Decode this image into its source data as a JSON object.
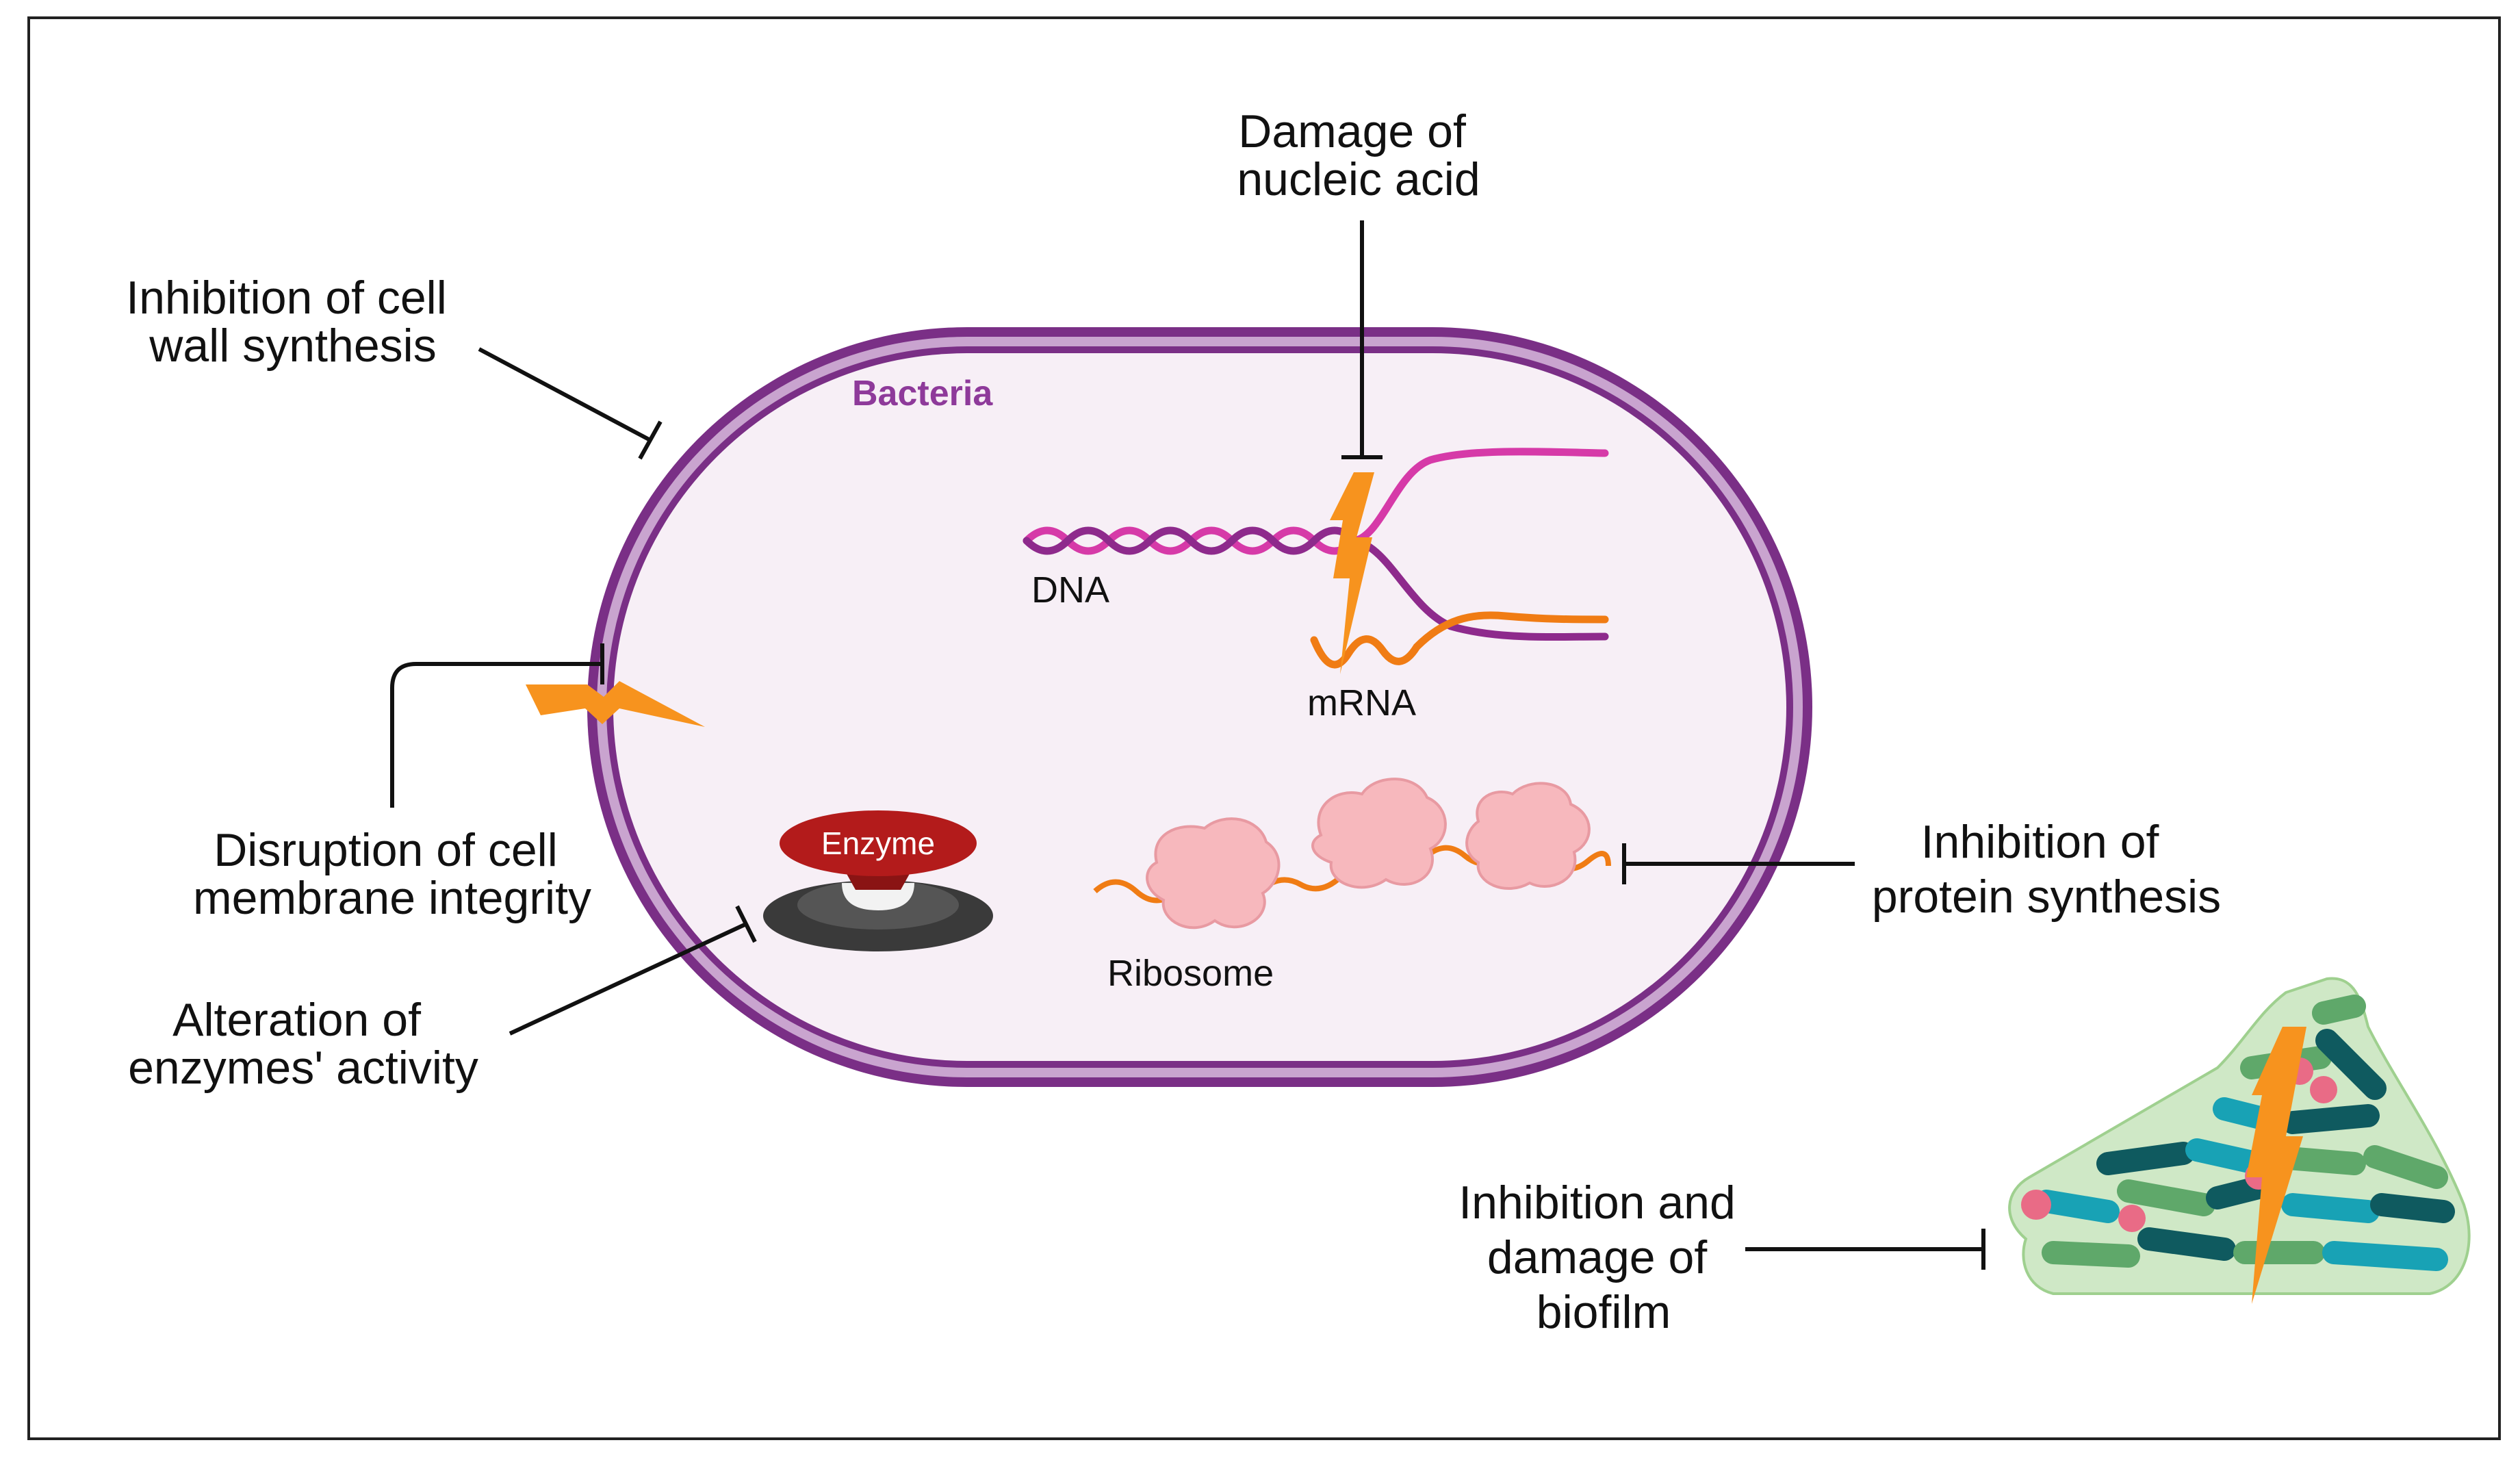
{
  "cell": {
    "label": "Bacteria"
  },
  "labels": {
    "cell_wall": [
      "Inhibition of cell",
      "wall synthesis"
    ],
    "nucleic_acid": [
      "Damage of",
      "nucleic acid"
    ],
    "membrane": [
      "Disruption of cell",
      "membrane integrity"
    ],
    "enzymes": [
      "Alteration of",
      "enzymes' activity"
    ],
    "protein": [
      "Inhibition of",
      "protein synthesis"
    ],
    "biofilm": [
      "Inhibition and",
      "damage of",
      "biofilm"
    ]
  },
  "molecules": {
    "dna": "DNA",
    "mrna": "mRNA",
    "ribosome": "Ribosome",
    "enzyme": "Enzyme"
  },
  "colors": {
    "membrane": "#7a2f86",
    "membrane_light": "#c9a4cf",
    "cytoplasm": "#f7eff6",
    "dna_strand_a": "#d63aa8",
    "dna_strand_b": "#8e2a8c",
    "mrna": "#f07c14",
    "lightning": "#f7931e",
    "ribosome": "#f7b8bd",
    "enzyme": "#b31b1b",
    "substrate": "#3a3a3a",
    "biofilm_matrix": "#cfe8c6"
  }
}
